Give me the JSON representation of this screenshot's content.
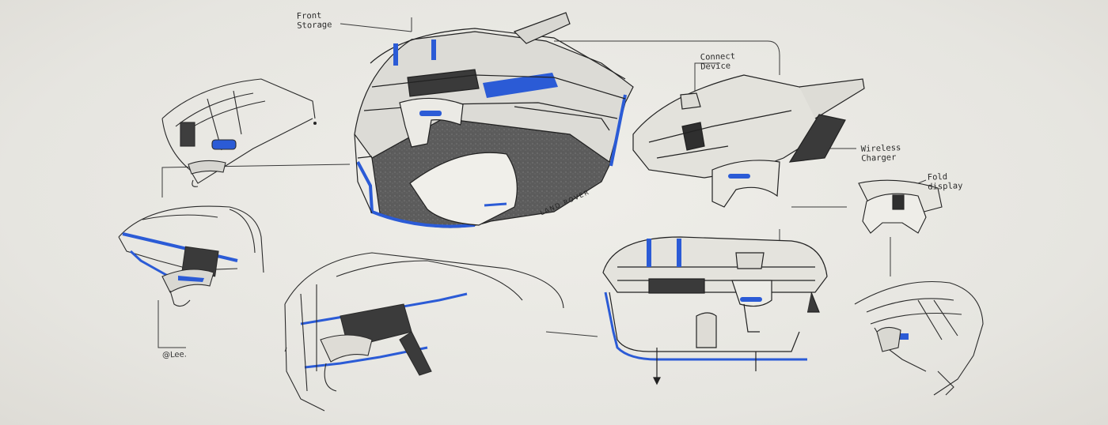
{
  "annotations": {
    "front_storage": "Front\nStorage",
    "connect_device": "Connect\nDevice",
    "wireless_charger": "Wireless\nCharger",
    "fold_display": "Fold\ndisplay"
  },
  "brand_mark": "LAND ROVER",
  "signature": "@Lee.",
  "colors": {
    "paper": "#e9e8e3",
    "accent_blue": "#2b5bd6",
    "dark_grey": "#3a3a3a",
    "line": "#2b2b2b"
  }
}
